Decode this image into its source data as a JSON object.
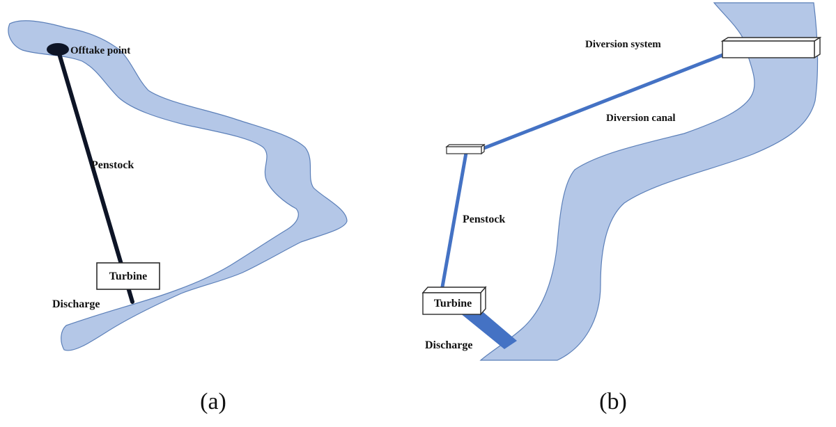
{
  "colors": {
    "water": "#b4c7e7",
    "water_edge": "#5b7fb8",
    "penstock_a": "#0d1426",
    "pipe_b": "#4472c4",
    "box_fill": "#ffffff",
    "box_edge": "#2b2b2b"
  },
  "panel_a": {
    "labels": {
      "offtake": "Offtake point",
      "penstock": "Penstock",
      "turbine": "Turbine",
      "discharge": "Discharge"
    },
    "caption": "(a)"
  },
  "panel_b": {
    "labels": {
      "diversion_system": "Diversion system",
      "diversion_canal": "Diversion canal",
      "penstock": "Penstock",
      "turbine": "Turbine",
      "discharge": "Discharge"
    },
    "caption": "(b)"
  }
}
